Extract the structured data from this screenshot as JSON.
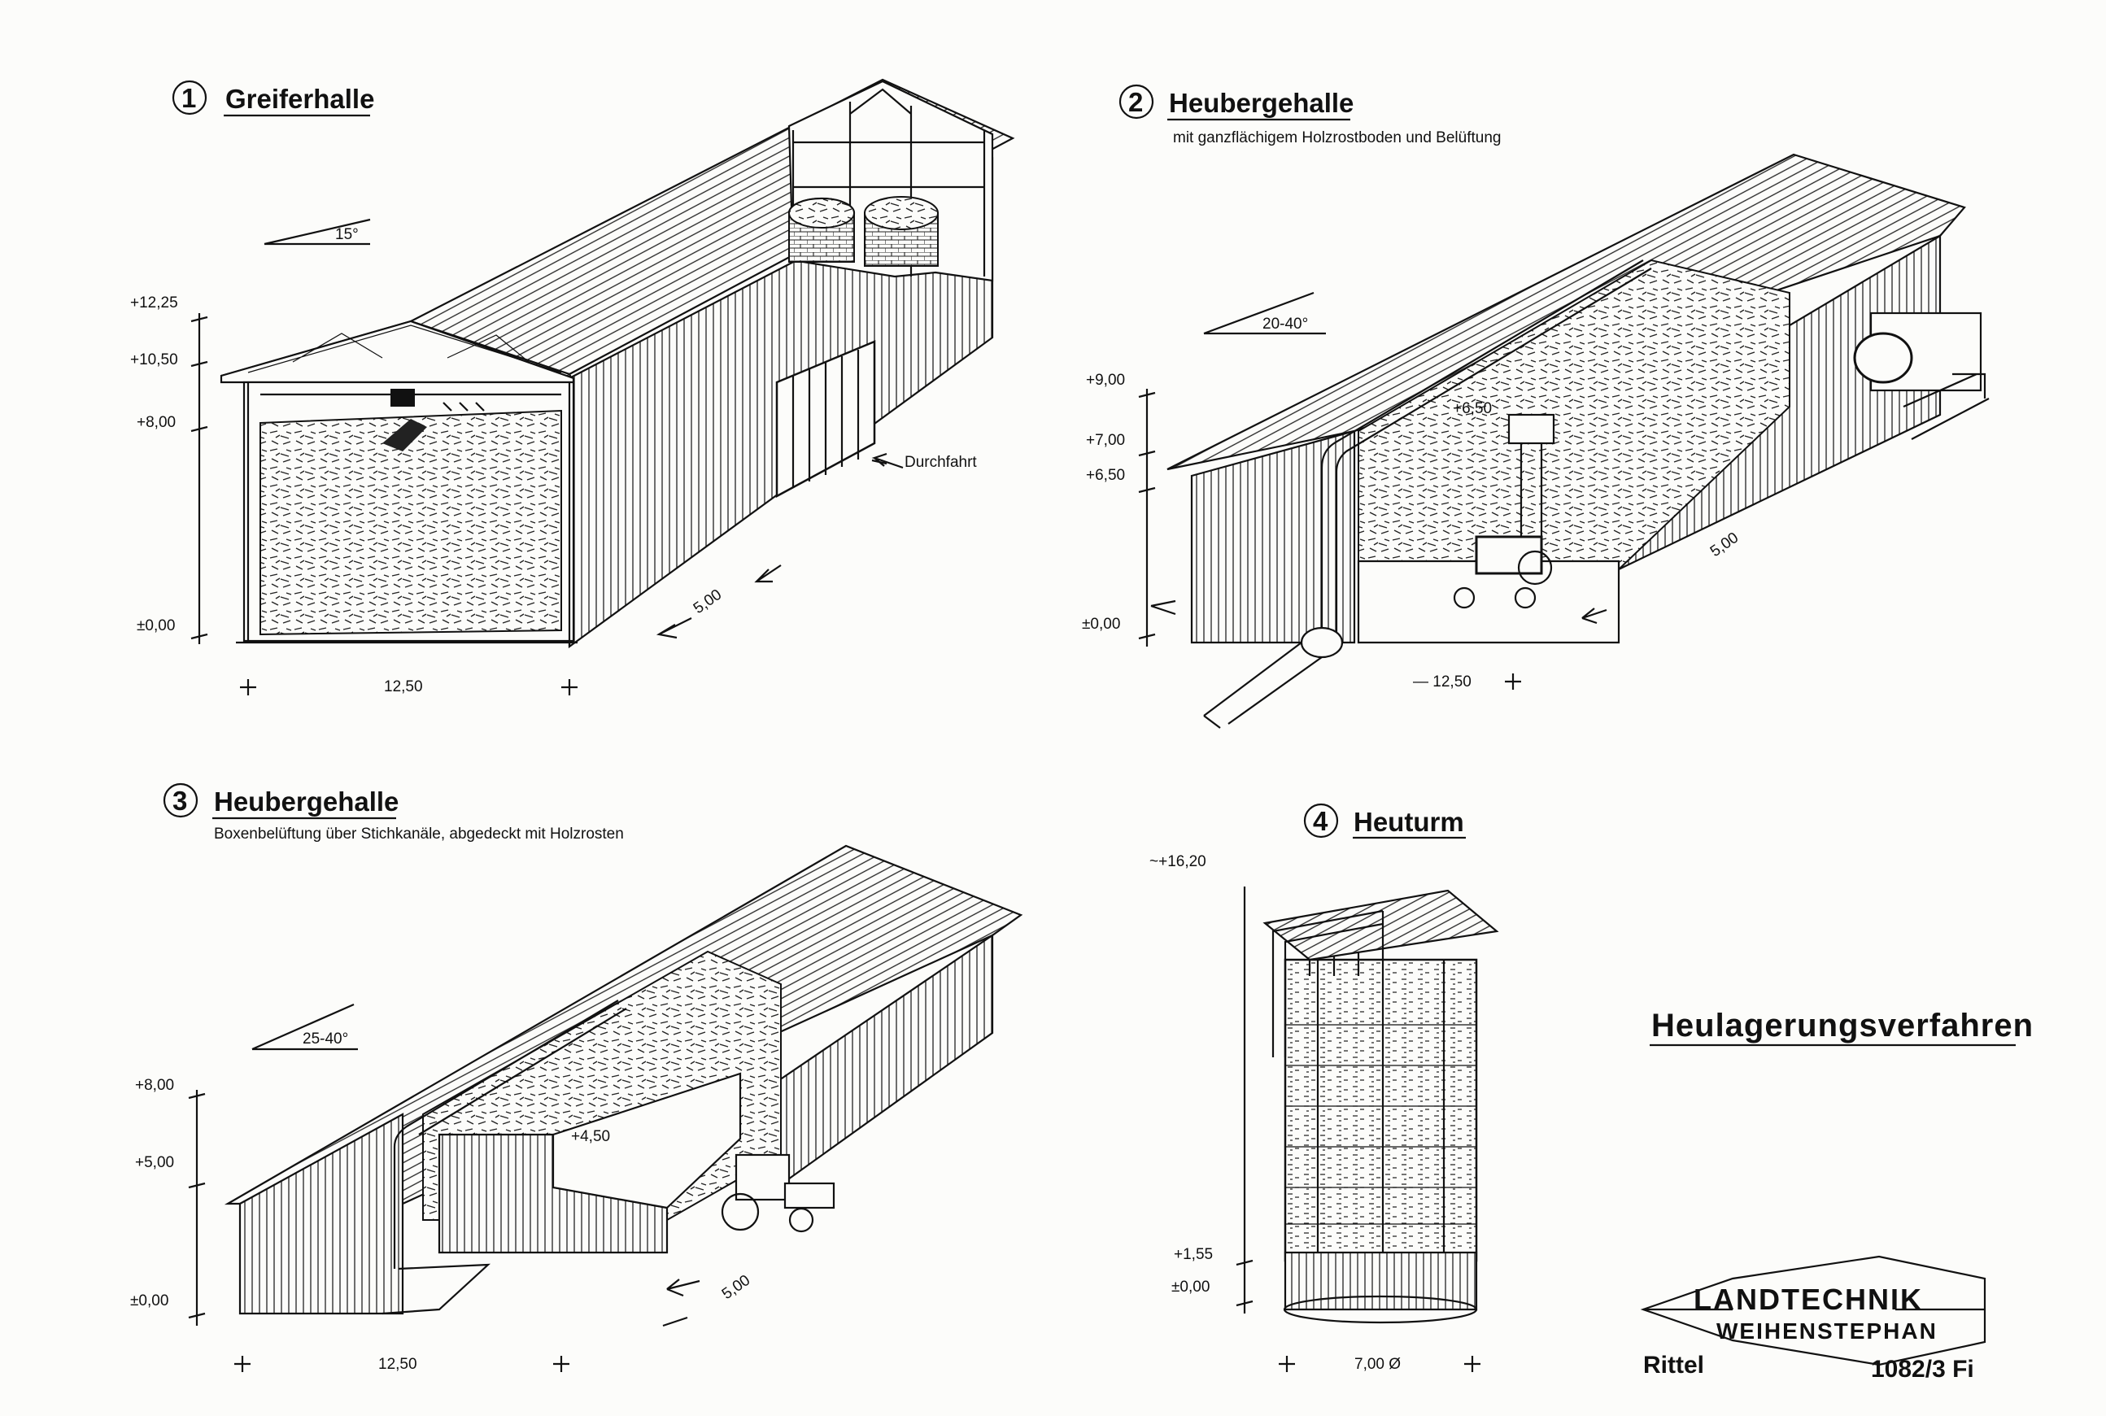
{
  "panels": [
    {
      "number": "1",
      "title": "Greiferhalle",
      "subtitle": "",
      "angle": "15°",
      "levels": [
        "+12,25",
        "+10,50",
        "+8,00",
        "±0,00"
      ],
      "width": "12,50",
      "length": "5,00",
      "note": "Durchfahrt"
    },
    {
      "number": "2",
      "title": "Heubergehalle",
      "subtitle": "mit ganzflächigem Holzrostboden und Belüftung",
      "angle": "20-40°",
      "levels": [
        "+9,00",
        "+7,00",
        "+6,50",
        "±0,00"
      ],
      "inner_level": "+6,50",
      "width": "— 12,50",
      "length": "5,00"
    },
    {
      "number": "3",
      "title": "Heubergehalle",
      "subtitle": "Boxenbelüftung über Stichkanäle, abgedeckt mit Holzrosten",
      "angle": "25-40°",
      "levels": [
        "+8,00",
        "+5,00",
        "±0,00"
      ],
      "inner_level": "+4,50",
      "width": "12,50",
      "length": "5,00"
    },
    {
      "number": "4",
      "title": "Heuturm",
      "levels": [
        "~+16,20",
        "+1,55",
        "±0,00"
      ],
      "diameter": "7,00 Ø"
    }
  ],
  "main_title": "Heulagerungsverfahren",
  "logo": {
    "line1": "LANDTECHNIK",
    "line2": "WEIHENSTEPHAN"
  },
  "author": "Rittel",
  "drawing_number": "1082/3 Fi"
}
